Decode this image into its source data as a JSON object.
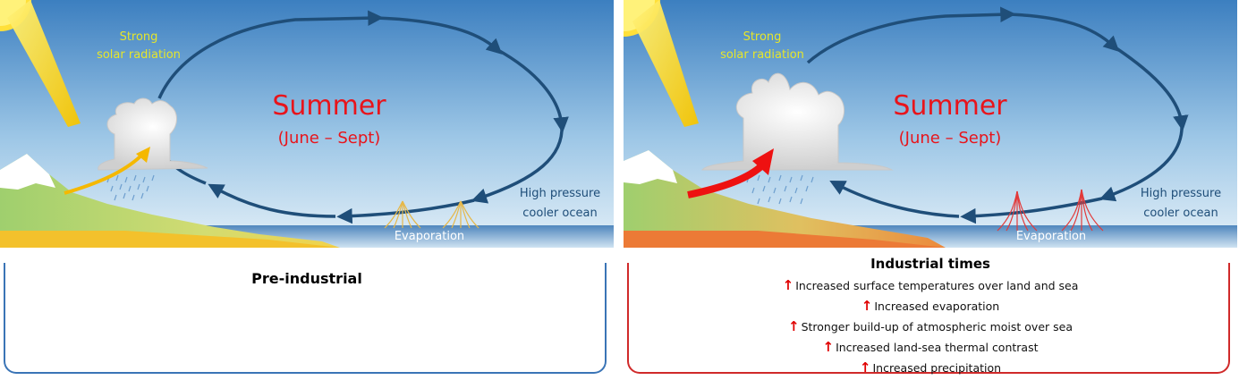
{
  "panels": [
    {
      "label_solar": [
        "Strong",
        "solar radiation"
      ],
      "season": "Summer",
      "season_months": "(June – Sept)",
      "pressure": [
        "High pressure",
        "cooler ocean"
      ],
      "evaporation": "Evaporation",
      "caption_title": "Pre-industrial"
    },
    {
      "label_solar": [
        "Strong",
        "solar radiation"
      ],
      "season": "Summer",
      "season_months": "(June – Sept)",
      "pressure": [
        "High pressure",
        "cooler ocean"
      ],
      "evaporation": "Evaporation",
      "caption_title": "Industrial times",
      "bullets": [
        "Increased surface temperatures over land and sea",
        "Increased evaporation",
        "Stronger build-up of atmospheric moist over sea",
        "Increased land-sea thermal contrast",
        "Increased precipitation"
      ]
    }
  ],
  "colors": {
    "sky_top": "#3c7fc0",
    "sky_bottom": "#dcecf6",
    "circulation_arrow": "#1f4e79",
    "season_text": "#e8141b",
    "solar_text": "#e6e62a",
    "pressure_text": "#1f4e79",
    "left_border": "#3a74b6",
    "right_border": "#d02a2a",
    "up_arrow": "#e00000"
  },
  "icons": [
    "sun-icon",
    "cloud-icon",
    "rain-icon",
    "up-arrow-icon"
  ]
}
